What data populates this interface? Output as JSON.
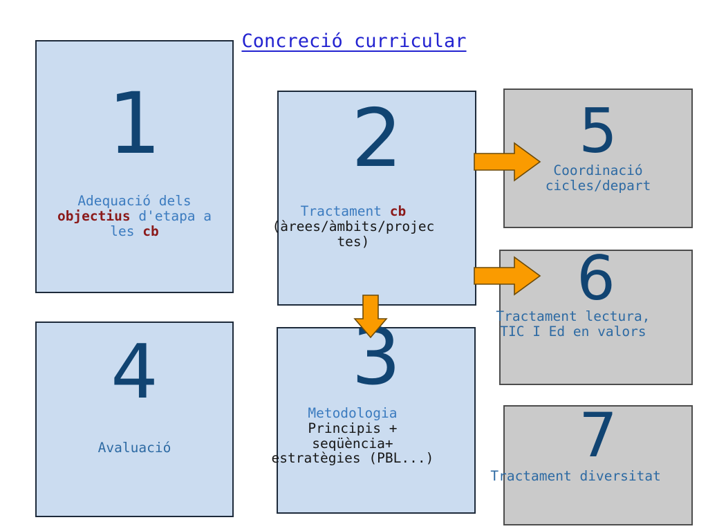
{
  "title": "Concreció curricular",
  "colors": {
    "title": "#2323d0",
    "box_blue_fill": "#cbdcf0",
    "box_blue_border": "#1d2a3a",
    "box_gray_fill": "#cacaca",
    "box_gray_border": "#4c4c4c",
    "number": "#114472",
    "text_blue": "#3b7bbf",
    "text_black": "#171717",
    "text_steel": "#2d6aa3",
    "emphasis_red": "#8b1a1a",
    "arrow_fill": "#fa9b00",
    "arrow_stroke": "#6b4a09"
  },
  "boxes": [
    {
      "id": "1",
      "number": "1",
      "style": "blue",
      "lines": [
        [
          {
            "text": "Adequació dels",
            "style": "blue"
          }
        ],
        [
          {
            "text": "objectius",
            "style": "red"
          },
          {
            "text": " d'etapa a",
            "style": "blue"
          }
        ],
        [
          {
            "text": "les ",
            "style": "blue"
          },
          {
            "text": "cb",
            "style": "red"
          }
        ]
      ],
      "plain_text": "Adequació dels objectius d'etapa a les cb"
    },
    {
      "id": "2",
      "number": "2",
      "style": "blue",
      "lines": [
        [
          {
            "text": "Tractament ",
            "style": "blue"
          },
          {
            "text": "cb",
            "style": "red"
          }
        ],
        [
          {
            "text": "(àrees/àmbits/projec",
            "style": "black"
          }
        ],
        [
          {
            "text": "tes)",
            "style": "black"
          }
        ]
      ],
      "plain_text": "Tractament cb (àrees/àmbits/projectes)"
    },
    {
      "id": "3",
      "number": "3",
      "style": "blue",
      "lines": [
        [
          {
            "text": "Metodologia",
            "style": "blue"
          }
        ],
        [
          {
            "text": "Principis +",
            "style": "black"
          }
        ],
        [
          {
            "text": "seqüència+",
            "style": "black"
          }
        ],
        [
          {
            "text": "estratègies (PBL...)",
            "style": "black"
          }
        ]
      ],
      "plain_text": "Metodologia Principis + seqüència+ estratègies (PBL...)"
    },
    {
      "id": "4",
      "number": "4",
      "style": "blue",
      "lines": [
        [
          {
            "text": "Avaluació",
            "style": "steel"
          }
        ]
      ],
      "plain_text": "Avaluació"
    },
    {
      "id": "5",
      "number": "5",
      "style": "gray",
      "lines": [
        [
          {
            "text": "Coordinació",
            "style": "steel"
          }
        ],
        [
          {
            "text": "cicles/depart",
            "style": "steel"
          }
        ]
      ],
      "plain_text": "Coordinació cicles/depart"
    },
    {
      "id": "6",
      "number": "6",
      "style": "gray",
      "lines": [
        [
          {
            "text": "Tractament lectura,",
            "style": "steel"
          }
        ],
        [
          {
            "text": "TIC I Ed en valors",
            "style": "steel"
          }
        ]
      ],
      "plain_text": "Tractament lectura, TIC I Ed en valors"
    },
    {
      "id": "7",
      "number": "7",
      "style": "gray",
      "lines": [
        [
          {
            "text": "Tractament diversitat",
            "style": "steel"
          }
        ]
      ],
      "plain_text": "Tractament diversitat"
    }
  ],
  "arrows": [
    {
      "id": "2-to-5",
      "from": "2",
      "to": "5",
      "direction": "right"
    },
    {
      "id": "2-to-6",
      "from": "2",
      "to": "6",
      "direction": "right"
    },
    {
      "id": "2-to-3",
      "from": "2",
      "to": "3",
      "direction": "down"
    }
  ]
}
